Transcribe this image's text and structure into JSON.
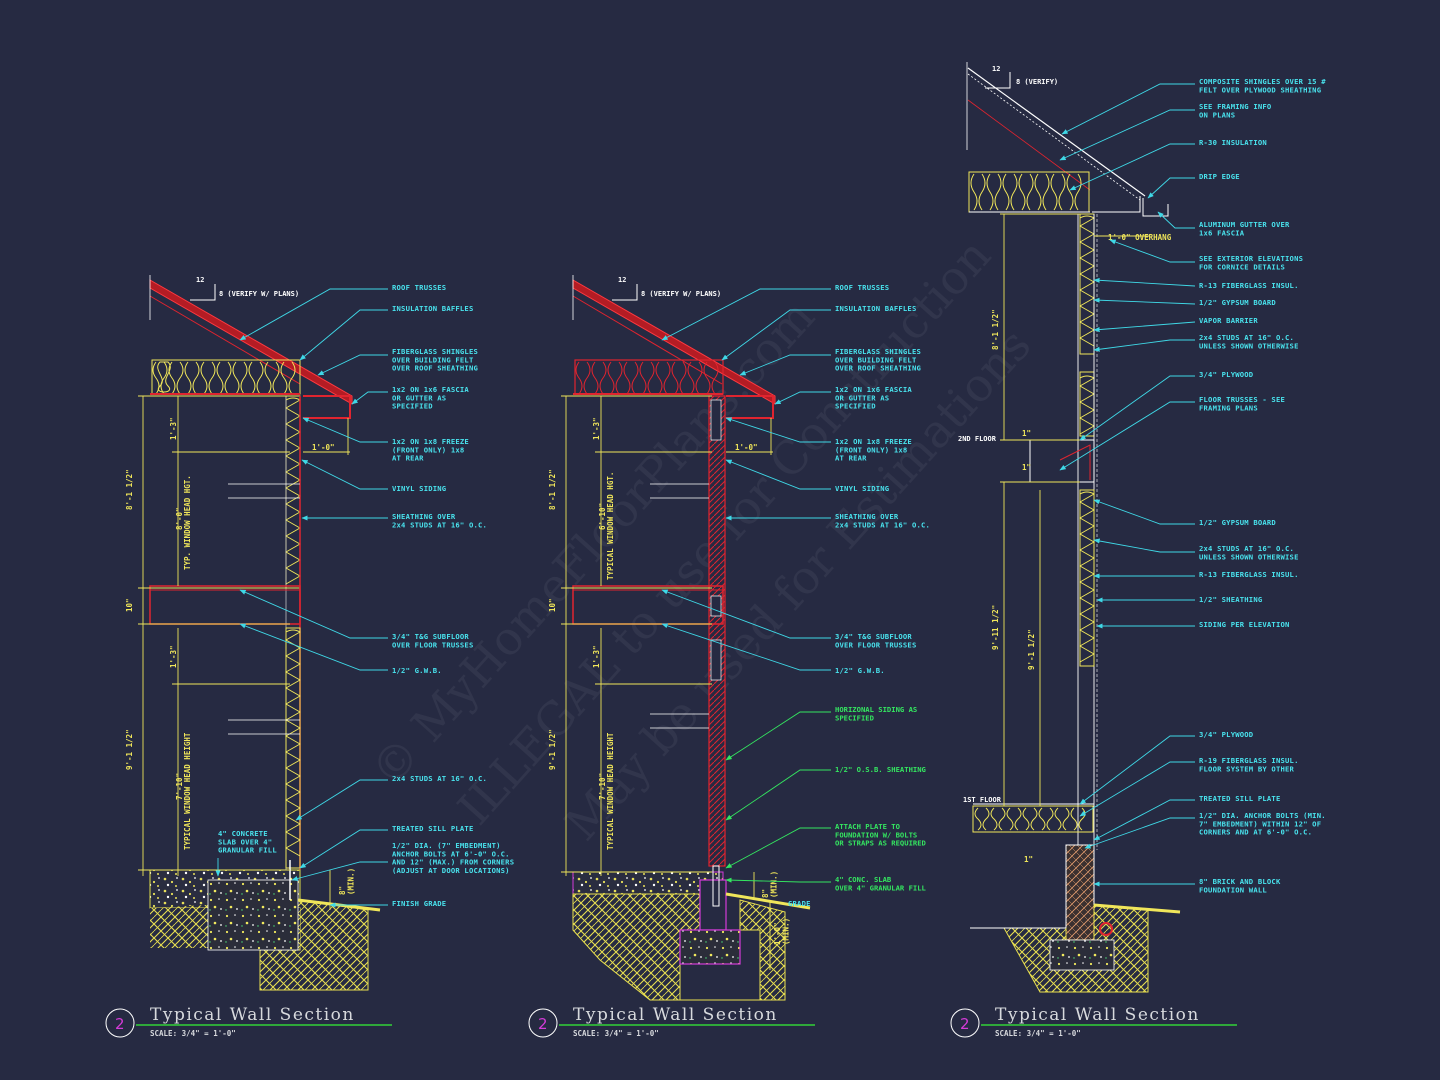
{
  "watermark": {
    "line1": "© MyHomeFloorPlans.com",
    "line2": "ILLEGAL to use for Construction",
    "line3": "May be used for Estimations"
  },
  "section_1": {
    "slope_rise": "12",
    "slope_note": "8 (VERIFY W/ PLANS)",
    "notes": [
      "ROOF TRUSSES",
      "INSULATION BAFFLES",
      "FIBERGLASS SHINGLES\nOVER BUILDING FELT\nOVER ROOF SHEATHING",
      "1x2 ON 1x6 FASCIA\nOR GUTTER AS\nSPECIFIED",
      "1x2 ON 1x8 FREEZE\n(FRONT ONLY) 1x8\nAT REAR",
      "VINYL SIDING",
      "SHEATHING OVER\n2x4 STUDS AT 16\" O.C.",
      "3/4\" T&G SUBFLOOR\nOVER FLOOR TRUSSES",
      "1/2\" G.W.B.",
      "2x4 STUDS AT 16\" O.C.",
      "TREATED SILL PLATE",
      "1/2\" DIA. (7\" EMBEDMENT)\nANCHOR BOLTS AT 6'-0\" O.C.\nAND 12\" (MAX.) FROM CORNERS\n(ADJUST AT DOOR LOCATIONS)",
      "FINISH GRADE"
    ],
    "slab_note": "4\" CONCRETE\nSLAB OVER 4\"\nGRANULAR FILL",
    "dims": {
      "upper_height": "8'-1 1/2\"",
      "window_head": "8'-0\"",
      "window_head_label": "TYP. WINDOW HEAD HGT.",
      "top_gap": "1'-3\"",
      "overhang": "1'-0\"",
      "floor_depth": "10\"",
      "lower_height": "9'-1 1/2\"",
      "lower_gap": "1'-3\"",
      "lower_window": "7'-10\"",
      "lower_window_label": "TYPICAL WINDOW HEAD HEIGHT",
      "min_height": "8\"\n(MIN.)"
    },
    "title": "Typical Wall Section",
    "bubble": "2",
    "scale": "SCALE: 3/4\" = 1'-0\""
  },
  "section_2": {
    "slope_rise": "12",
    "slope_note": "8 (VERIFY W/ PLANS)",
    "notes": [
      "ROOF TRUSSES",
      "INSULATION BAFFLES",
      "FIBERGLASS SHINGLES\nOVER BUILDING FELT\nOVER ROOF SHEATHING",
      "1x2 ON 1x6 FASCIA\nOR GUTTER AS\nSPECIFIED",
      "1x2 ON 1x8 FREEZE\n(FRONT ONLY) 1x8\nAT REAR",
      "VINYL SIDING",
      "SHEATHING OVER\n2x4 STUDS AT 16\" O.C.",
      "3/4\" T&G SUBFLOOR\nOVER FLOOR TRUSSES",
      "1/2\" G.W.B."
    ],
    "green_notes": [
      "HORIZONAL SIDING AS\nSPECIFIED",
      "1/2\" O.S.B. SHEATHING",
      "ATTACH PLATE TO\nFOUNDATION W/ BOLTS\nOR STRAPS AS REQUIRED",
      "4\" CONC. SLAB\nOVER 4\" GRANULAR FILL"
    ],
    "grade": "GRADE",
    "dims": {
      "upper_height": "8'-1 1/2\"",
      "window_head": "6'-10\"",
      "window_head_label": "TYPICAL WINDOW HEAD HGT.",
      "top_gap": "1'-3\"",
      "overhang": "1'-0\"",
      "floor_depth": "10\"",
      "lower_height": "9'-1 1/2\"",
      "lower_gap": "1'-3\"",
      "lower_window": "7'-10\"",
      "lower_window_label": "TYPICAL WINDOW HEAD HEIGHT",
      "min_height": "8\"\n(MIN.)",
      "min_height2": "1'-0\"\n(MIN.)"
    },
    "title": "Typical Wall Section",
    "bubble": "2",
    "scale": "SCALE: 3/4\" = 1'-0\""
  },
  "section_3": {
    "slope_rise": "12",
    "slope_note": "8 (VERIFY)",
    "notes": [
      "COMPOSITE SHINGLES OVER 15 #\nFELT OVER PLYWOOD SHEATHING",
      "SEE FRAMING INFO\nON PLANS",
      "R-30 INSULATION",
      "DRIP EDGE",
      "ALUMINUM GUTTER OVER\n1x6 FASCIA",
      "SEE EXTERIOR ELEVATIONS\nFOR CORNICE DETAILS",
      "R-13 FIBERGLASS INSUL.",
      "1/2\" GYPSUM BOARD",
      "VAPOR BARRIER",
      "2x4 STUDS AT 16\" O.C.\nUNLESS SHOWN OTHERWISE",
      "3/4\" PLYWOOD",
      "FLOOR TRUSSES - SEE\nFRAMING PLANS",
      "1/2\" GYPSUM BOARD",
      "2x4 STUDS AT 16\" O.C.\nUNLESS SHOWN OTHERWISE",
      "R-13 FIBERGLASS INSUL.",
      "1/2\" SHEATHING",
      "SIDING PER ELEVATION",
      "3/4\" PLYWOOD",
      "R-19 FIBERGLASS INSUL.\nFLOOR SYSTEM BY OTHER",
      "TREATED SILL PLATE",
      "1/2\" DIA. ANCHOR BOLTS (MIN.\n7\" EMBEDMENT) WITHIN 12\" OF\nCORNERS AND AT 6'-0\" O.C.",
      "8\" BRICK AND BLOCK\nFOUNDATION WALL"
    ],
    "overhang": "1'-0\" OVERHANG",
    "floor_2": "2ND FLOOR",
    "floor_1": "1ST FLOOR",
    "dims": {
      "upper_height": "8'-1 1/2\"",
      "lower_height": "9'-11 1/2\"",
      "lower_inner": "9'-1 1/2\"",
      "small_a": "1\"",
      "small_b": "1\"",
      "small_c": "1\""
    },
    "title": "Typical Wall Section",
    "bubble": "2",
    "scale": "SCALE: 3/4\" = 1'-0\""
  },
  "colors": {
    "background": "#262a42",
    "note_text": "#49e3ee",
    "leader": "#3fd8e6",
    "dimension": "#f0e65a",
    "framing_red": "#e0242f",
    "insulation": "#f0e65a",
    "green_note": "#34e660",
    "title_underline": "#2fa83a",
    "bubble": "#d43bd8"
  }
}
